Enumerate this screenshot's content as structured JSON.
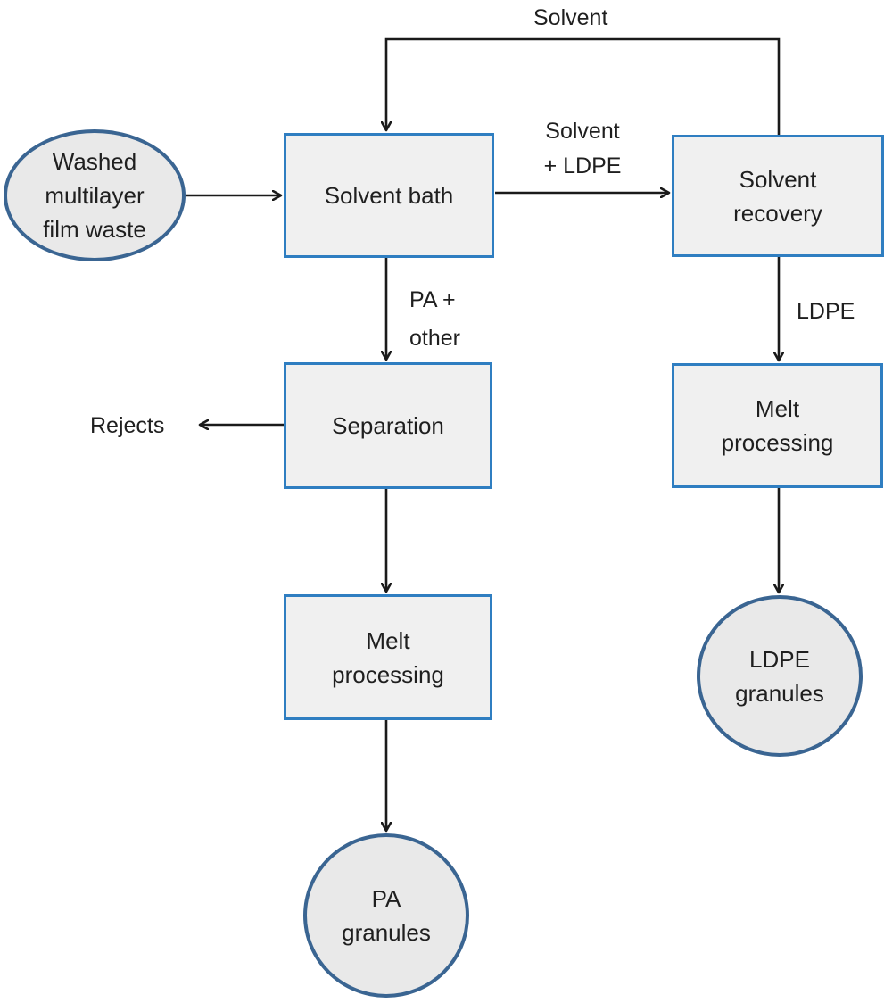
{
  "nodes": {
    "washed_waste": "Washed\nmultilayer\nfilm waste",
    "solvent_bath": "Solvent bath",
    "solvent_recovery": "Solvent\nrecovery",
    "separation": "Separation",
    "melt_processing_pa": "Melt\nprocessing",
    "melt_processing_ldpe": "Melt\nprocessing",
    "pa_granules": "PA\ngranules",
    "ldpe_granules": "LDPE\ngranules"
  },
  "edge_labels": {
    "solvent_return": "Solvent",
    "solvent_ldpe_line1": "Solvent",
    "solvent_ldpe_line2": "+ LDPE",
    "pa_other_line1": "PA +",
    "pa_other_line2": "other",
    "ldpe": "LDPE",
    "rejects": "Rejects"
  },
  "colors": {
    "process_border": "#2f7ec1",
    "terminal_border": "#3a6592",
    "fill": "#f0f0f0",
    "arrow": "#1a1a1a"
  }
}
